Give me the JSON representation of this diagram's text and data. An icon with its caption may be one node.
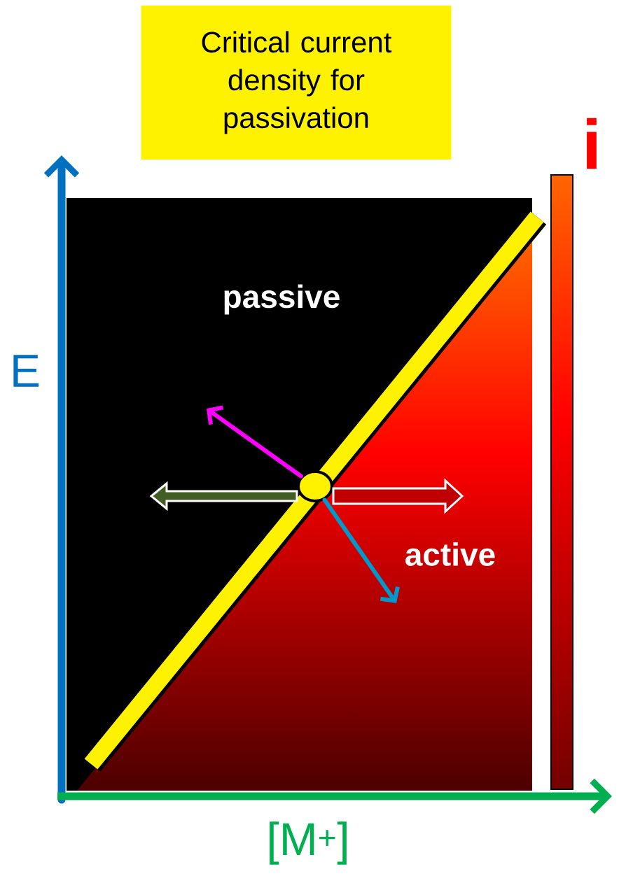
{
  "diagram": {
    "nodes": [
      {
        "text": [
          "Critical current density for passivation"
        ]
      },
      {
        "text": [],
        "shape": "circle"
      }
    ],
    "edges": [
      {
        "from": 1,
        "to": null,
        "arrow": "to",
        "color": "#ff00ff"
      },
      {
        "from": 1,
        "to": null,
        "arrow": "to",
        "color": "#92d050",
        "style": "thick"
      },
      {
        "from": 1,
        "to": null,
        "arrow": "to",
        "color": "#c00000",
        "style": "thick"
      },
      {
        "from": 1,
        "to": null,
        "arrow": "to",
        "color": "#0099cc"
      }
    ],
    "labels": [
      "i",
      "passive",
      "E",
      "active",
      "[M$^{+}$]"
    ]
  }
}
